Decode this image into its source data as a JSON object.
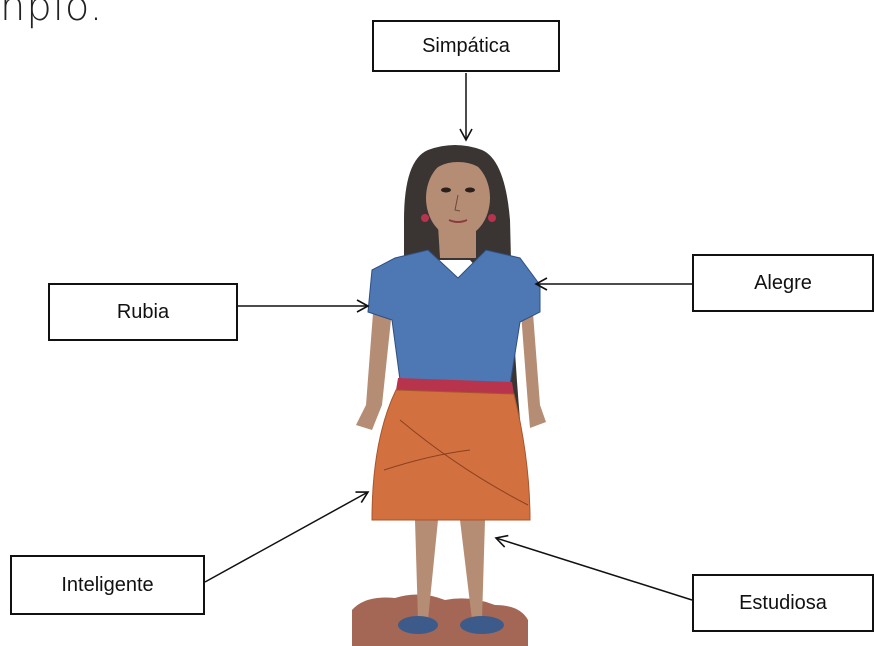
{
  "heading_fragment": "nplo.",
  "labels": {
    "top": "Simpática",
    "left_upper": "Rubia",
    "right_upper": "Alegre",
    "left_lower": "Inteligente",
    "right_lower": "Estudiosa"
  },
  "colors": {
    "hair": "#3a3533",
    "skin": "#b58d74",
    "blouse": "#4d78b4",
    "skirt": "#d2703f",
    "belt": "#b8344d",
    "ground": "#9a5642",
    "shoes": "#3c5b8a"
  }
}
